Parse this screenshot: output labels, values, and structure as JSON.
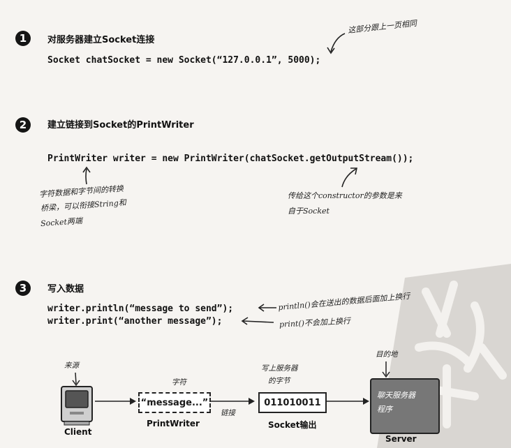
{
  "steps": [
    {
      "number": "1",
      "title": "对服务器建立Socket连接",
      "code": "Socket chatSocket = new Socket(“127.0.0.1”, 5000);",
      "annotation": "这部分跟上一页相同"
    },
    {
      "number": "2",
      "title": "建立链接到Socket的PrintWriter",
      "code": "PrintWriter writer = new PrintWriter(chatSocket.getOutputStream());",
      "annotation_left": [
        "字符数据和字节间的转换",
        "桥梁，可以衔接String和",
        "Socket两端"
      ],
      "annotation_right": [
        "传给这个constructor的参数是来",
        "自于Socket"
      ]
    },
    {
      "number": "3",
      "title": "写入数据",
      "code_lines": [
        {
          "code": "writer.println(“message to send”);",
          "note": "println()会在送出的数据后面加上换行"
        },
        {
          "code": "writer.print(“another message”);",
          "note": "print()不会加上换行"
        }
      ]
    }
  ],
  "diagram": {
    "client_caption": "来源",
    "client_label": "Client",
    "writer_caption": "字符",
    "writer_box": "“message...”",
    "writer_label": "PrintWriter",
    "chain_label": "链接",
    "bytes_caption": [
      "写上服务器",
      "的字节"
    ],
    "bytes_box": "011010011",
    "socket_label": "Socket输出",
    "server_caption": "目的地",
    "server_box": [
      "聊天服务器",
      "程序"
    ],
    "server_label": "Server"
  },
  "colors": {
    "background": "#f6f4f1",
    "server_box": "#777777",
    "client_screen": "#555555"
  }
}
